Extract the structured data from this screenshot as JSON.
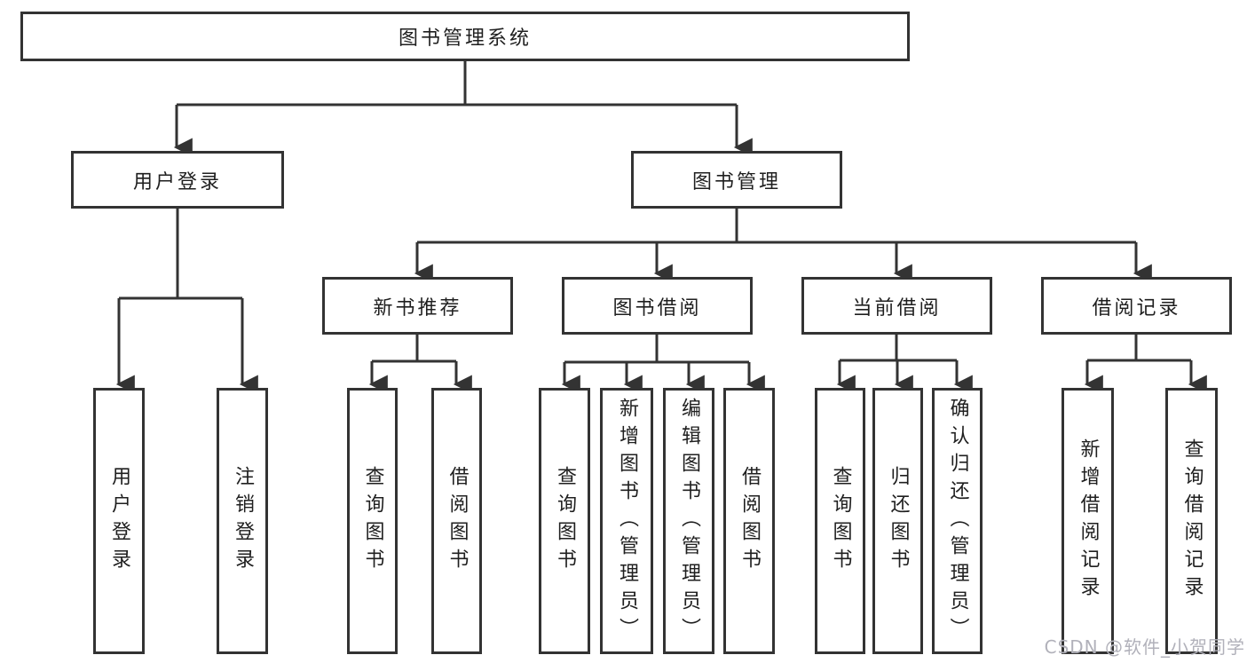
{
  "diagram": {
    "type": "hierarchy-structure-chart",
    "tree": {
      "label": "图书管理系统",
      "children": [
        {
          "label": "用户登录",
          "children": [
            {
              "label": "用户登录"
            },
            {
              "label": "注销登录"
            }
          ]
        },
        {
          "label": "图书管理",
          "children": [
            {
              "label": "新书推荐",
              "children": [
                {
                  "label": "查询图书"
                },
                {
                  "label": "借阅图书"
                }
              ]
            },
            {
              "label": "图书借阅",
              "children": [
                {
                  "label": "查询图书"
                },
                {
                  "label": "新增图书（管理员）"
                },
                {
                  "label": "编辑图书（管理员）"
                },
                {
                  "label": "借阅图书"
                }
              ]
            },
            {
              "label": "当前借阅",
              "children": [
                {
                  "label": "查询图书"
                },
                {
                  "label": "归还图书"
                },
                {
                  "label": "确认归还（管理员）"
                }
              ]
            },
            {
              "label": "借阅记录",
              "children": [
                {
                  "label": "新增借阅记录"
                },
                {
                  "label": "查询借阅记录"
                }
              ]
            }
          ]
        }
      ]
    },
    "colors": {
      "line": "#333333",
      "text": "#1f1f1f",
      "background": "#ffffff",
      "watermark": "#b1b1ba"
    }
  },
  "watermark": {
    "text": "CSDN @软件_小贺同学"
  }
}
